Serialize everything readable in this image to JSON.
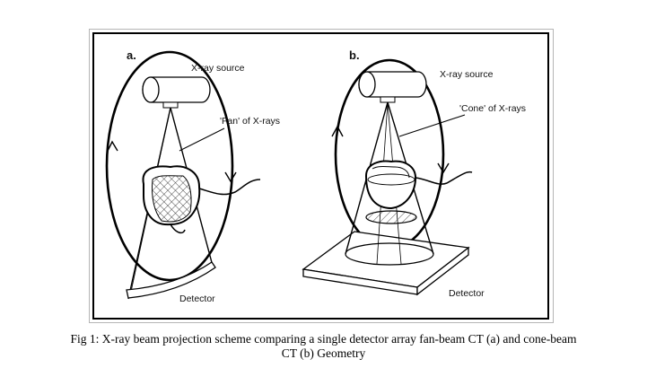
{
  "panel_a": {
    "letter": "a.",
    "source_label": "X-ray source",
    "beam_label": "'Fan' of X-rays",
    "detector_label": "Detector"
  },
  "panel_b": {
    "letter": "b.",
    "source_label": "X-ray source",
    "beam_label": "'Cone' of X-rays",
    "detector_label": "Detector"
  },
  "caption": {
    "line1": "Fig 1: X-ray beam projection scheme comparing a single detector array fan-beam CT (a) and cone-beam",
    "line2": "CT (b) Geometry"
  }
}
